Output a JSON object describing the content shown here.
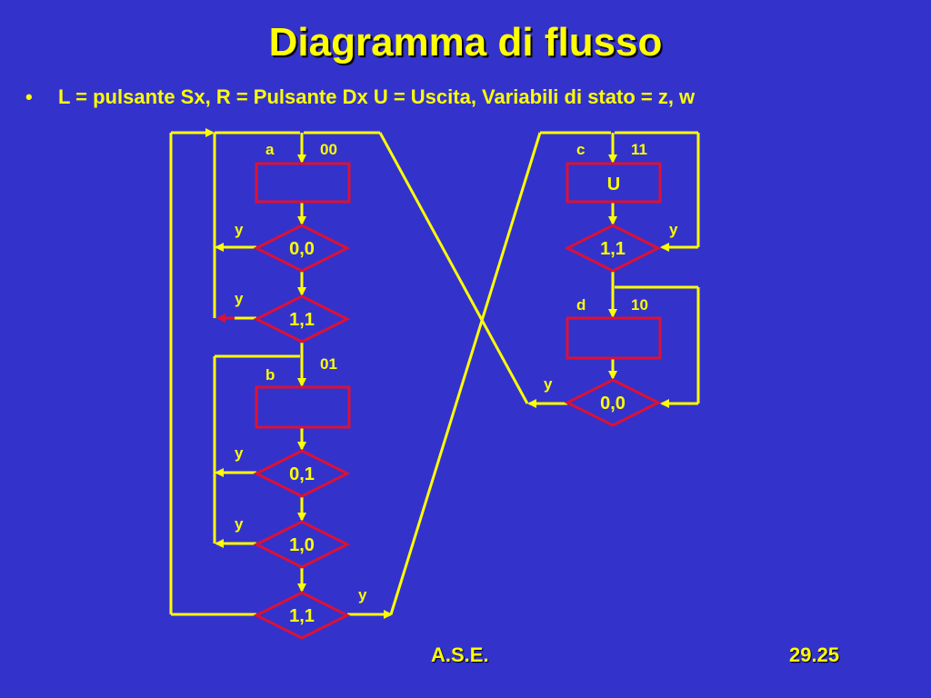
{
  "slide": {
    "title": "Diagramma di flusso",
    "bullet_symbol": "•",
    "bullet_text": "L = pulsante Sx, R = Pulsante Dx U = Uscita, Variabili di stato = z, w",
    "footer_left": "A.S.E.",
    "footer_right": "29.25"
  },
  "colors": {
    "background": "#3333cc",
    "text": "#ffff00",
    "lines": "#ffff00",
    "shape_border": "#dd1133"
  },
  "flowchart": {
    "states": [
      {
        "id": "a",
        "name": "a",
        "code": "00",
        "output": ""
      },
      {
        "id": "b",
        "name": "b",
        "code": "01",
        "output": ""
      },
      {
        "id": "c",
        "name": "c",
        "code": "11",
        "output": "U"
      },
      {
        "id": "d",
        "name": "d",
        "code": "10",
        "output": ""
      }
    ],
    "decisions": [
      {
        "id": "dec-a1",
        "condition": "0,0",
        "yes": "y"
      },
      {
        "id": "dec-a2",
        "condition": "1,1",
        "yes": "y"
      },
      {
        "id": "dec-b1",
        "condition": "0,1",
        "yes": "y"
      },
      {
        "id": "dec-b2",
        "condition": "1,0",
        "yes": "y"
      },
      {
        "id": "dec-b3",
        "condition": "1,1",
        "yes": "y"
      },
      {
        "id": "dec-c1",
        "condition": "1,1",
        "yes": "y"
      },
      {
        "id": "dec-d1",
        "condition": "0,0",
        "yes": "y"
      }
    ]
  }
}
